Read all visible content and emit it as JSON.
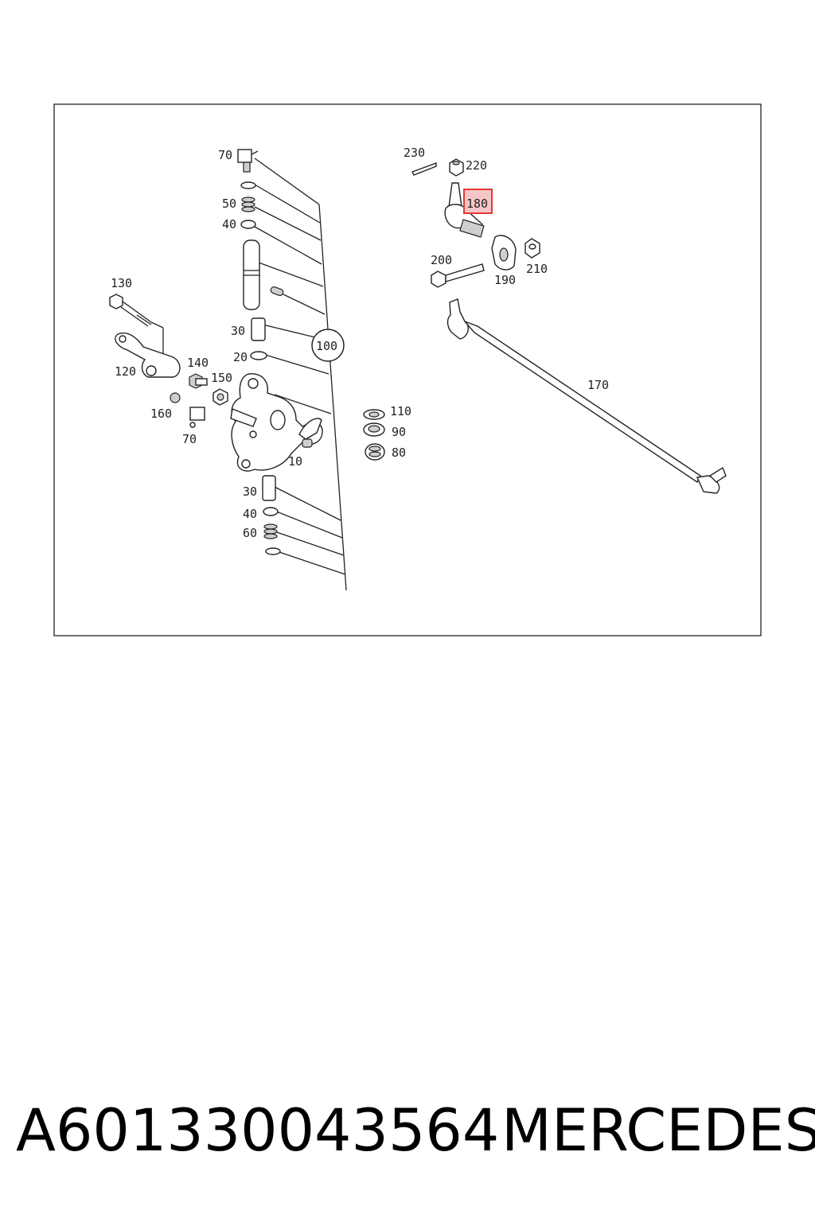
{
  "diagram": {
    "labels": {
      "l70a": "70",
      "l50": "50",
      "l40a": "40",
      "l130": "130",
      "l30a": "30",
      "l20": "20",
      "l120": "120",
      "l140": "140",
      "l150": "150",
      "l160": "160",
      "l70b": "70",
      "l10": "10",
      "l30b": "30",
      "l40b": "40",
      "l60": "60",
      "l100": "100",
      "l110": "110",
      "l90": "90",
      "l80": "80",
      "l230": "230",
      "l220": "220",
      "l180": "180",
      "l200": "200",
      "l190": "190",
      "l210": "210",
      "l170": "170"
    },
    "highlighted_part": "180",
    "highlight_color": "#e53935"
  },
  "caption": {
    "part_number": "A601330043564",
    "brand": "MERCEDES"
  }
}
